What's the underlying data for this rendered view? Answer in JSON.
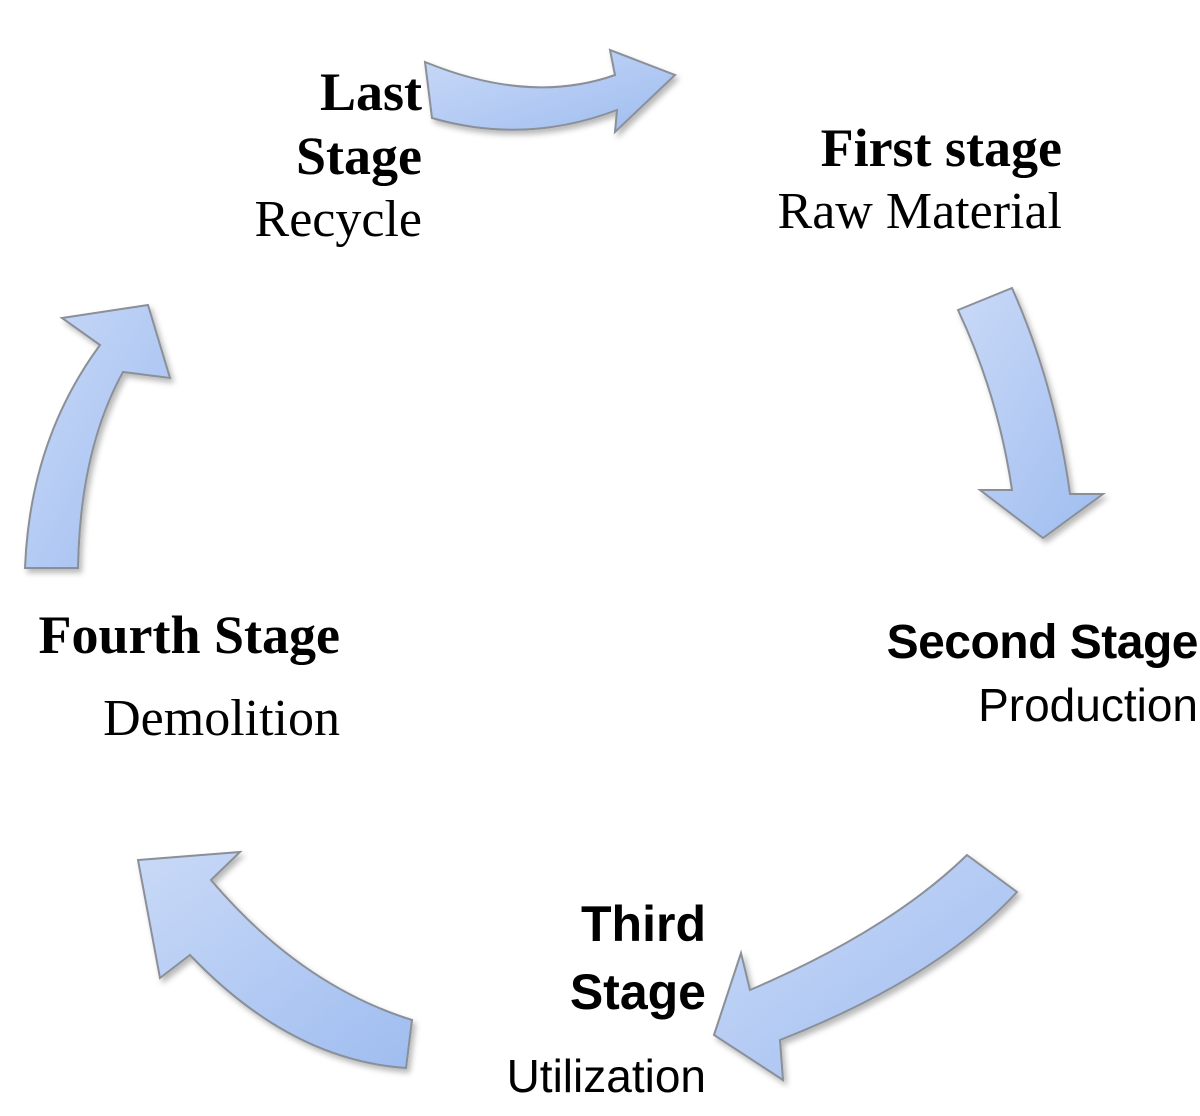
{
  "diagram": {
    "arrow_fill_top": "#c9d9f7",
    "arrow_fill_bottom": "#9fbdf0",
    "arrow_stroke": "#8a8f98",
    "stages": [
      {
        "title_line1": "Last",
        "title_line2": "Stage",
        "desc": "Recycle"
      },
      {
        "title_line1": "First stage",
        "title_line2": "",
        "desc": "Raw Material"
      },
      {
        "title_line1": "Second Stage",
        "title_line2": "",
        "desc": "Production"
      },
      {
        "title_line1": "Third",
        "title_line2": "Stage",
        "desc": "Utilization"
      },
      {
        "title_line1": "Fourth Stage",
        "title_line2": "",
        "desc": "Demolition"
      }
    ]
  }
}
